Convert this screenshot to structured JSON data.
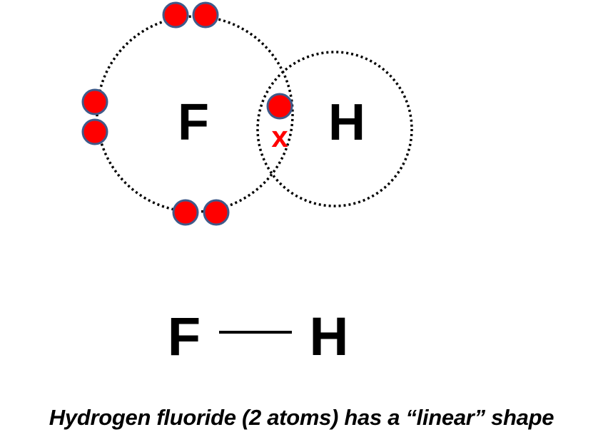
{
  "atoms": {
    "fluorine": "F",
    "hydrogen": "H"
  },
  "shared_electron_mark": "x",
  "structural_formula": {
    "left": "F",
    "right": "H"
  },
  "electrons": {
    "fluorine_non_bonding_count": 6,
    "fluorine_bonding_count": 1,
    "hydrogen_bonding_count": 1
  },
  "colors": {
    "electron_fill": "#ff0000",
    "electron_outline": "#3f5a8a",
    "shell_line": "#000000",
    "shared_mark": "#ff0000",
    "text": "#000000"
  },
  "caption": "Hydrogen fluoride (2 atoms) has a “linear” shape"
}
